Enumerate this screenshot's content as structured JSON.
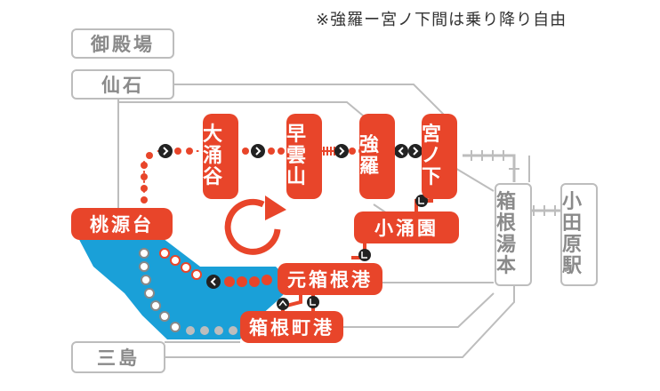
{
  "note": "※強羅ー宮ノ下間は乗り降り自由",
  "stations": {
    "gotemba": "御殿場",
    "sengoku": "仙石",
    "mishima": "三島",
    "owakudani": "大涌谷",
    "sounzan": "早雲山",
    "gora": "強羅",
    "miyanoshita": "宮ノ下",
    "kowakien": "小涌園",
    "togendai": "桃源台",
    "motohakone": "元箱根港",
    "hakonemachi": "箱根町港",
    "hakoneyumoto": "箱根湯本",
    "odawara": "小田原駅"
  },
  "colors": {
    "route_red": "#e8452a",
    "lake_blue": "#1aa0d8",
    "gray_line": "#bdbdbd",
    "dark_marker": "#222222"
  },
  "icons": [
    "circular-arrow-icon",
    "direction-arrow-icon",
    "corner-arrow-icon",
    "railway-track-icon"
  ]
}
